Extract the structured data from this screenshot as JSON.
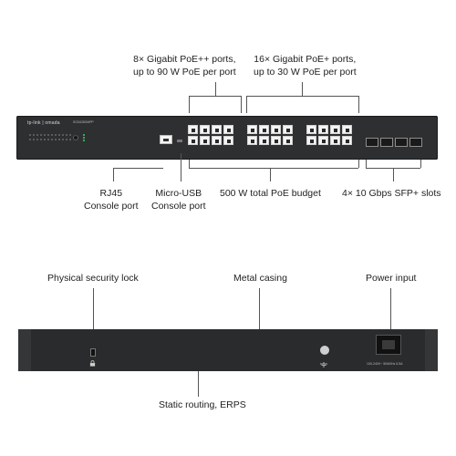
{
  "callouts": {
    "poe_plus_plus": [
      "8× Gigabit PoE++ ports,",
      "up to 90 W PoE per port"
    ],
    "poe_plus": [
      "16× Gigabit PoE+ ports,",
      "up to 30 W PoE per port"
    ],
    "rj45": [
      "RJ45",
      "Console port"
    ],
    "micro_usb": [
      "Micro-USB",
      "Console port"
    ],
    "poe_budget": "500 W total PoE budget",
    "sfp": "4× 10 Gbps SFP+ slots",
    "security_lock": "Physical security lock",
    "metal_casing": "Metal casing",
    "power_input": "Power input",
    "static_routing": "Static routing, ERPS"
  },
  "front_panel": {
    "brand": "tp-link | omada",
    "model": "SG3428XMPP"
  },
  "rear_panel": {
    "power_rating": "100-240V~ 50/60Hz 6.5A"
  },
  "icons": [
    "lock-icon",
    "ground-icon",
    "power-socket-icon"
  ]
}
